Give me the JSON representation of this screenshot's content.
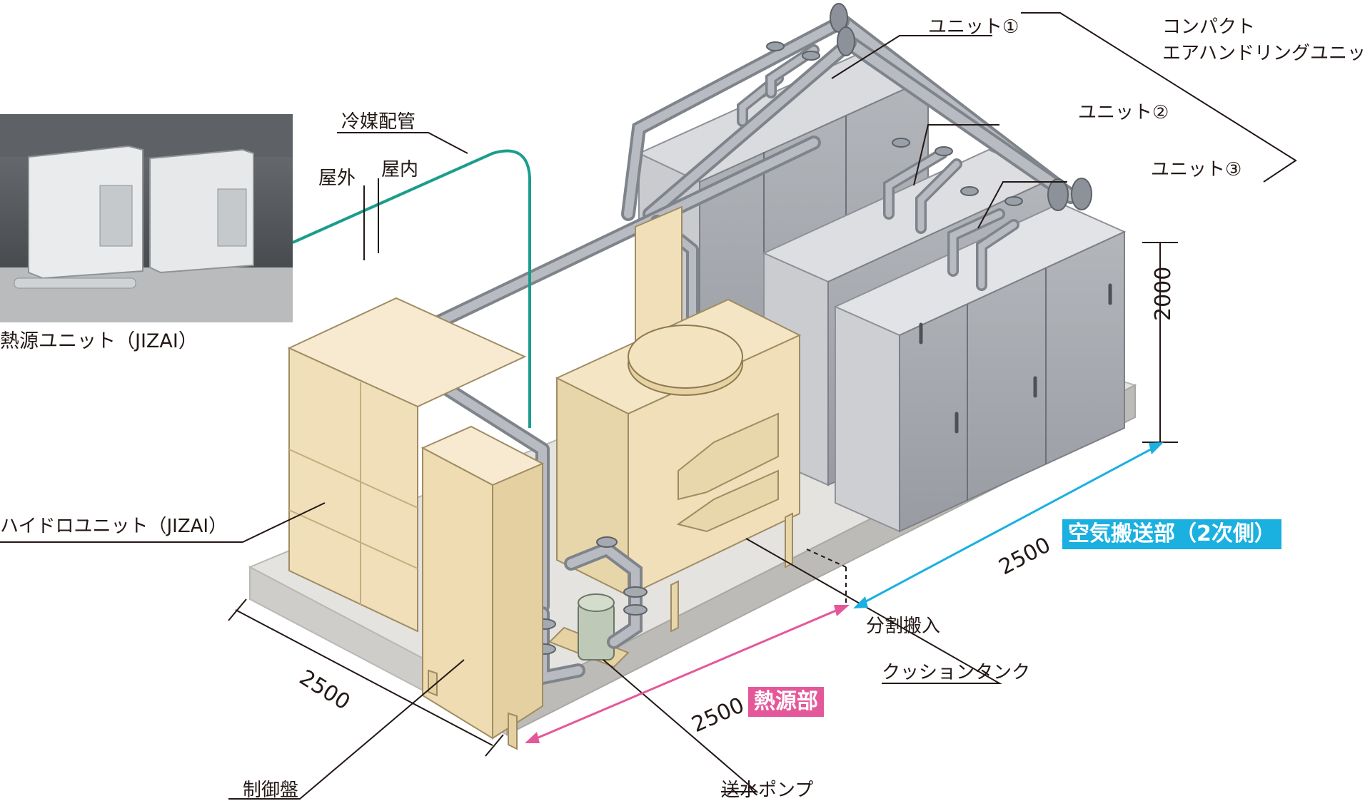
{
  "labels": {
    "photo_caption": "熱源ユニット（JIZAI）",
    "refrigerant_pipe": "冷媒配管",
    "outdoor": "屋外",
    "indoor": "屋内",
    "unit1": "ユニット①",
    "unit2": "ユニット②",
    "unit3": "ユニット③",
    "compact_ahu_line1": "コンパクト",
    "compact_ahu_line2": "エアハンドリングユニット",
    "hydro_unit": "ハイドロユニット（JIZAI）",
    "control_panel": "制御盤",
    "supply_pump": "送水ポンプ",
    "cushion_tank": "クッションタンク",
    "split_delivery": "分割搬入"
  },
  "dimensions": {
    "height": "2000",
    "width_left": "2500",
    "depth_heat": "2500",
    "depth_air": "2500"
  },
  "tags": {
    "heat_source": "熱源部",
    "air_transport": "空気搬送部（2次側）"
  },
  "colors": {
    "heat_source_accent": "#e4589a",
    "air_transport_accent": "#1ab0e0",
    "refrigerant_pipe": "#1a9d8c",
    "beige_panel": "#f0dfb8",
    "gray_unit": "#a6a9ae",
    "pipe": "#9ea3ab"
  }
}
